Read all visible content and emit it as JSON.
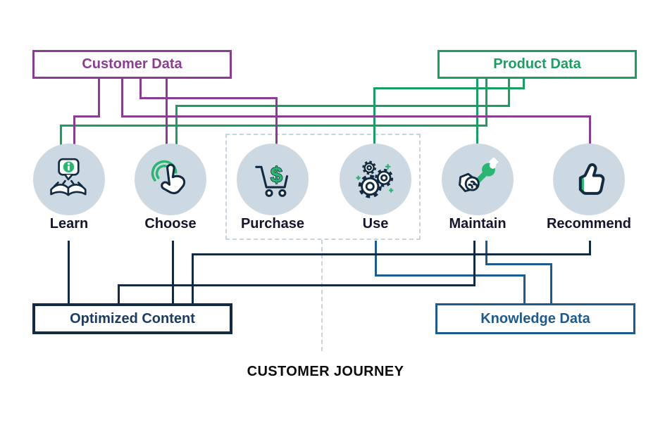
{
  "colors": {
    "purple": "#8b3d92",
    "green": "#1b9e63",
    "icon_green": "#2bb573",
    "navy": "#132b42",
    "blue": "#1e5b8d",
    "circle_fill": "#cdd9e2",
    "dashed": "#c7d4de",
    "label": "#15152d",
    "navy_text": "#1e3c60"
  },
  "boxes": {
    "customer_data": {
      "label": "Customer Data"
    },
    "product_data": {
      "label": "Product Data"
    },
    "optimized_content": {
      "label": "Optimized Content"
    },
    "knowledge_data": {
      "label": "Knowledge Data"
    }
  },
  "journey_steps": [
    {
      "label": "Learn",
      "icon": "book-info-icon"
    },
    {
      "label": "Choose",
      "icon": "tap-select-icon"
    },
    {
      "label": "Purchase",
      "icon": "cart-dollar-icon"
    },
    {
      "label": "Use",
      "icon": "gears-icon"
    },
    {
      "label": "Maintain",
      "icon": "hand-wrench-icon"
    },
    {
      "label": "Recommend",
      "icon": "thumbs-up-icon"
    }
  ],
  "dashed_group": {
    "contains": [
      "Purchase",
      "Use"
    ]
  },
  "connections": [
    {
      "from": "Customer Data",
      "to": "Learn",
      "color": "purple"
    },
    {
      "from": "Customer Data",
      "to": "Choose",
      "color": "purple"
    },
    {
      "from": "Customer Data",
      "to": "Purchase",
      "color": "purple"
    },
    {
      "from": "Customer Data",
      "to": "Recommend",
      "color": "purple"
    },
    {
      "from": "Product Data",
      "to": "Learn",
      "color": "green"
    },
    {
      "from": "Product Data",
      "to": "Choose",
      "color": "green"
    },
    {
      "from": "Product Data",
      "to": "Use",
      "color": "green"
    },
    {
      "from": "Product Data",
      "to": "Maintain",
      "color": "green"
    },
    {
      "from": "Learn",
      "to": "Optimized Content",
      "color": "navy"
    },
    {
      "from": "Choose",
      "to": "Optimized Content",
      "color": "navy"
    },
    {
      "from": "Maintain",
      "to": "Optimized Content",
      "color": "navy"
    },
    {
      "from": "Recommend",
      "to": "Optimized Content",
      "color": "navy"
    },
    {
      "from": "Use",
      "to": "Knowledge Data",
      "color": "blue"
    },
    {
      "from": "Maintain",
      "to": "Knowledge Data",
      "color": "blue"
    }
  ],
  "footer_label": "CUSTOMER JOURNEY"
}
